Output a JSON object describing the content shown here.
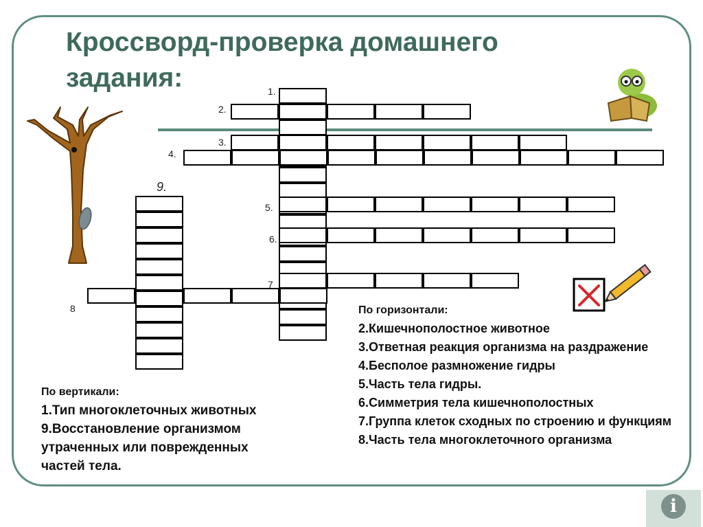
{
  "title": {
    "line1": "Кроссворд-проверка домашнего",
    "line2": "задания:"
  },
  "numbers": {
    "n1": "1.",
    "n2": "2.",
    "n3": "3.",
    "n4": "4.",
    "n5": "5.",
    "n6": "6.",
    "n7": "7",
    "n8": "8",
    "n9": "9."
  },
  "clues_down": {
    "heading": "По вертикали:",
    "items": [
      "1.Тип многоклеточных животных",
      "9.Восстановление организмом утраченных или поврежденных",
      "частей тела."
    ]
  },
  "clues_across": {
    "heading": "По горизонтали:",
    "items": [
      "2.Кишечнополостное животное",
      "3.Ответная реакция организма на раздражение",
      "4.Бесполое размножение гидры",
      "5.Часть тела гидры.",
      "6.Симметрия тела кишечнополостных",
      "7.Группа клеток сходных по строению и функциям",
      "8.Часть тела многоклеточного организма"
    ]
  },
  "icons": {
    "hydra": "hydra-illustration",
    "bookworm": "bookworm-reading-icon",
    "checkbox": "checkbox-x-icon",
    "pencil": "pencil-icon",
    "info": "info-icon"
  },
  "colors": {
    "title": "#3f6a5d",
    "frame": "#5f8f7d",
    "hydra": "#a2651e"
  },
  "info_symbol": "i"
}
